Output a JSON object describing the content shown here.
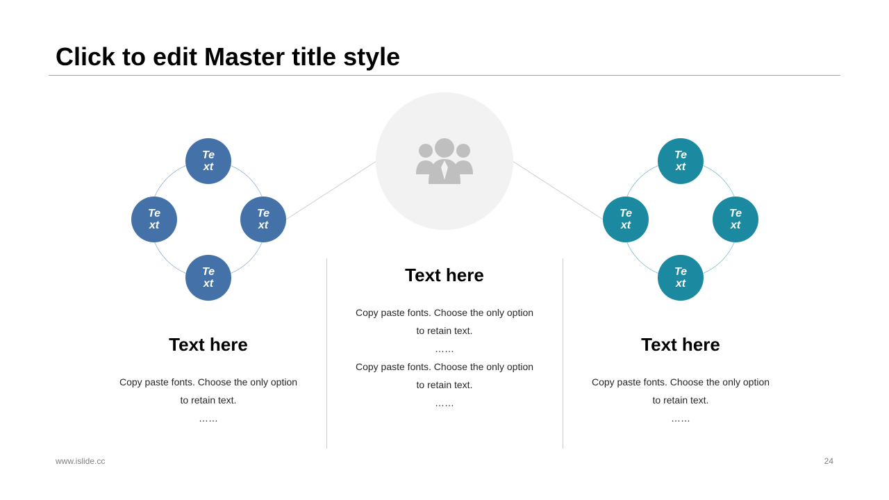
{
  "title": "Click to edit Master title style",
  "colors": {
    "left_nodes": "#4472a8",
    "right_nodes": "#1b8aa0",
    "hub": "#f2f2f2",
    "hub_icon": "#bfbfbf",
    "connector": "#cccccc"
  },
  "hub": {
    "icon": "team-icon"
  },
  "left_cluster": {
    "nodes": [
      "Text",
      "Text",
      "Text",
      "Text"
    ]
  },
  "right_cluster": {
    "nodes": [
      "Text",
      "Text",
      "Text",
      "Text"
    ]
  },
  "columns": {
    "left": {
      "heading": "Text here",
      "lines": [
        "Copy paste fonts. Choose the only option",
        "to retain text.",
        "……"
      ]
    },
    "center": {
      "heading": "Text here",
      "lines": [
        "Copy paste fonts. Choose the only option",
        "to retain text.",
        "……",
        "Copy paste fonts. Choose the only option",
        "to retain text.",
        "……"
      ]
    },
    "right": {
      "heading": "Text here",
      "lines": [
        "Copy paste fonts. Choose the only option",
        "to retain text.",
        "……"
      ]
    }
  },
  "footer": {
    "website": "www.islide.cc",
    "page_number": "24"
  }
}
